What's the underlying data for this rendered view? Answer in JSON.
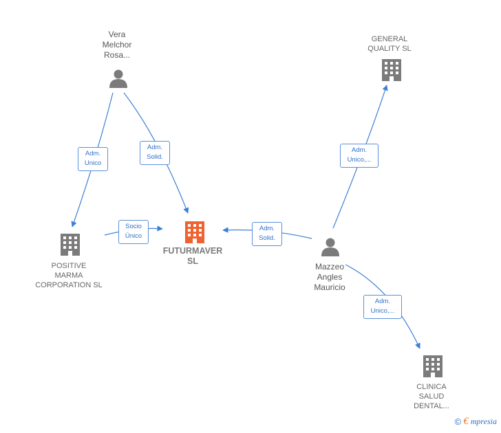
{
  "nodes": {
    "vera": {
      "lines": [
        "Vera",
        "Melchor",
        "Rosa..."
      ],
      "type": "person"
    },
    "general_quality": {
      "lines": [
        "GENERAL",
        "QUALITY SL"
      ],
      "type": "company"
    },
    "positive_marma": {
      "lines": [
        "POSITIVE",
        "MARMA",
        "CORPORATION SL"
      ],
      "type": "company"
    },
    "futurmaver": {
      "lines": [
        "FUTURMAVER",
        "SL"
      ],
      "type": "company-main"
    },
    "mazzeo": {
      "lines": [
        "Mazzeo",
        "Angles",
        "Mauricio"
      ],
      "type": "person"
    },
    "clinica": {
      "lines": [
        "CLINICA",
        "SALUD",
        "DENTAL..."
      ],
      "type": "company"
    }
  },
  "relations": {
    "vera_positive": [
      "Adm.",
      "Unico"
    ],
    "vera_futurmaver": [
      "Adm.",
      "Solid."
    ],
    "positive_futurmaver": [
      "Socio",
      "Único"
    ],
    "mazzeo_futurmaver": [
      "Adm.",
      "Solid."
    ],
    "mazzeo_general": [
      "Adm.",
      "Unico,..."
    ],
    "mazzeo_clinica": [
      "Adm.",
      "Unico,..."
    ]
  },
  "colors": {
    "edge": "#3d7fd6",
    "company_icon": "#7b7b7b",
    "main_icon": "#f0622f",
    "person_icon": "#7b7b7b"
  },
  "footer": {
    "copyright": "©",
    "brand_first": "€",
    "brand_rest": "mpresia"
  }
}
